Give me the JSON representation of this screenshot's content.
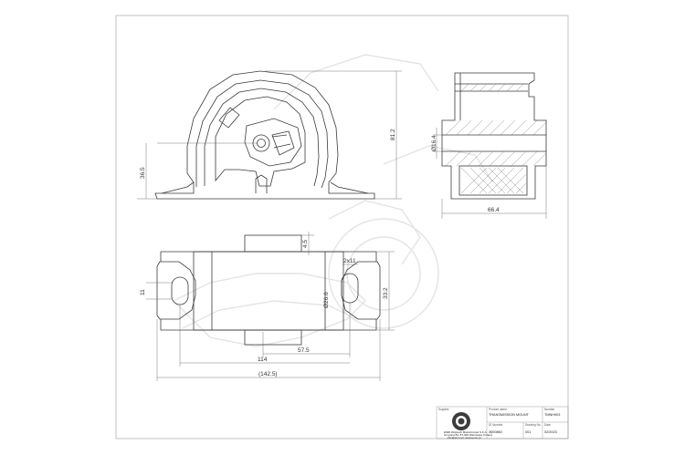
{
  "drawing": {
    "front_view": {
      "dims": {
        "height_total": "81.2",
        "height_center": "36.5"
      }
    },
    "side_view": {
      "dims": {
        "bore": "Ø16.4",
        "width": "66.4"
      }
    },
    "top_view": {
      "dims": {
        "small_height": "4.5",
        "slot": "2x11",
        "inner_width": "Ø26.6",
        "overall_height": "33.2",
        "hole": "11",
        "center_offset": "57.5",
        "hole_spacing": "114",
        "overall_length": "(142.5)"
      }
    },
    "colors": {
      "line": "#3a3a3a",
      "watermark": "#e6e6e6",
      "logo": "#3c3c3c"
    }
  },
  "title_block": {
    "labels": {
      "supplier": "Supplier",
      "product_name": "Product name",
      "number": "Number",
      "id_number": "ID Number",
      "drawing_no": "Drawing No.",
      "date": "Date"
    },
    "company": {
      "line1": "EMM Wojciech Mielniczonek S.K.A.",
      "line2": "Grzywna 84, 87-300 Warszawa, Poland",
      "line3": "info@emm.pl, www.emm.pl"
    },
    "product_name": "TRANSMISSION MOUNT",
    "number": "TMNH903",
    "id_number": "3600860",
    "drawing_no": "001",
    "date": "02/2023"
  }
}
